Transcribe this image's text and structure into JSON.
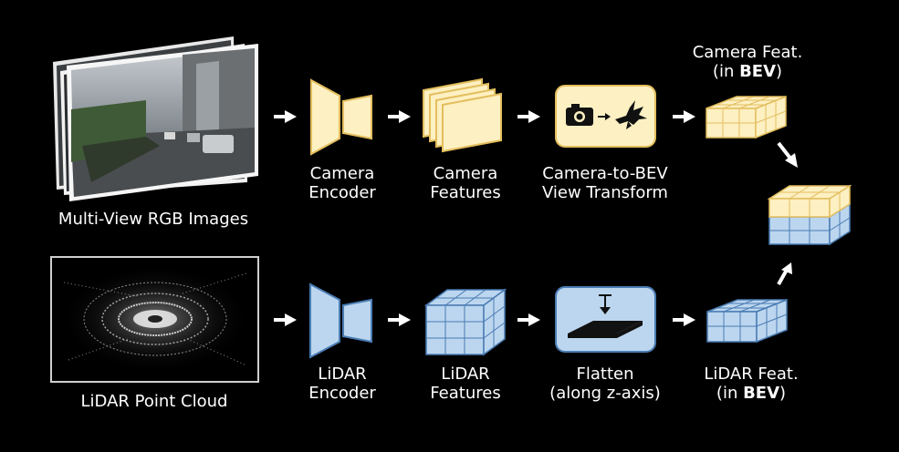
{
  "colors": {
    "background": "#000000",
    "camera_fill": "#fdf0c2",
    "camera_stroke": "#e3be5e",
    "lidar_fill": "#bcd6ef",
    "lidar_stroke": "#4a7cb3",
    "arrow": "#ffffff"
  },
  "camera_branch": {
    "input_label": "Multi-View RGB Images",
    "encoder_label": [
      "Camera",
      "Encoder"
    ],
    "features_label": [
      "Camera",
      "Features"
    ],
    "transform_label": [
      "Camera-to-BEV",
      "View Transform"
    ],
    "transform_icons": [
      "camera-icon",
      "arrow-icon",
      "bird-icon"
    ],
    "bev_label_line1": "Camera Feat.",
    "bev_label_prefix": "(in ",
    "bev_label_bold": "BEV",
    "bev_label_suffix": ")"
  },
  "lidar_branch": {
    "input_label": "LiDAR Point Cloud",
    "encoder_label": [
      "LiDAR",
      "Encoder"
    ],
    "features_label": [
      "LiDAR",
      "Features"
    ],
    "flatten_label": [
      "Flatten",
      "(along z-axis)"
    ],
    "flatten_icons": [
      "down-arrow-icon",
      "plane-icon"
    ],
    "bev_label_prefix": "LiDAR Feat.",
    "bev_label_line2_prefix": "(in ",
    "bev_label_bold": "BEV",
    "bev_label_suffix": ")"
  },
  "fused": {
    "icon": "fused-bev-cube-icon"
  }
}
